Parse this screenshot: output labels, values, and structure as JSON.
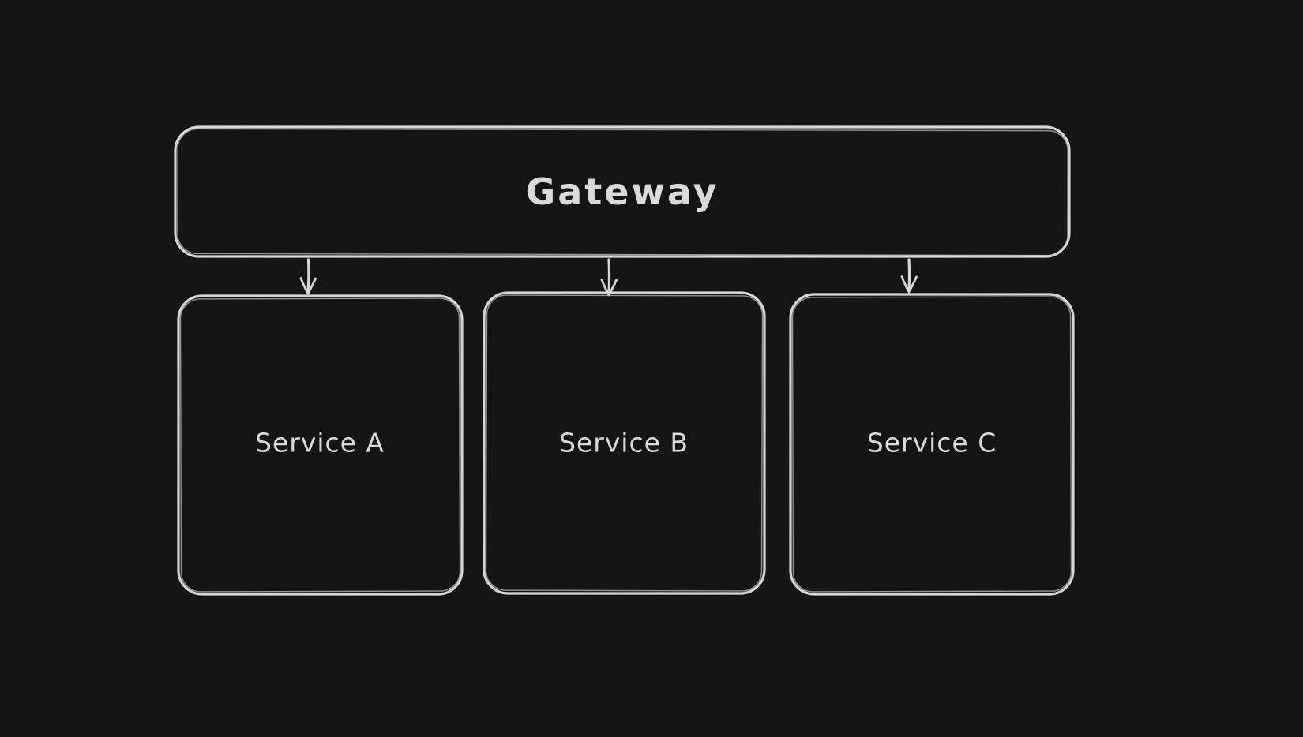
{
  "diagram": {
    "type": "architecture-flowchart",
    "style": "hand-drawn",
    "colors": {
      "background": "#151515",
      "stroke": "#d6d6d6",
      "text": "#dadada"
    },
    "nodes": {
      "gateway": {
        "label": "Gateway"
      },
      "service_a": {
        "label": "Service A"
      },
      "service_b": {
        "label": "Service B"
      },
      "service_c": {
        "label": "Service C"
      }
    },
    "edges": [
      {
        "from": "gateway",
        "to": "service_a",
        "direction": "down",
        "arrowhead": "open"
      },
      {
        "from": "gateway",
        "to": "service_b",
        "direction": "down",
        "arrowhead": "open"
      },
      {
        "from": "gateway",
        "to": "service_c",
        "direction": "down",
        "arrowhead": "open"
      }
    ]
  }
}
